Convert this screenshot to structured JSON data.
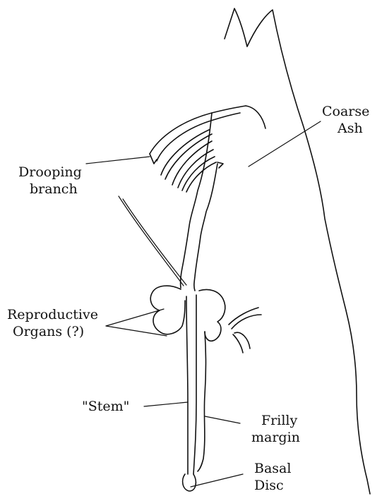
{
  "labels": {
    "coarse_ash": "Coarse Ash",
    "coarse_ash_line1": "Coarse",
    "coarse_ash_line2": "Ash",
    "drooping_branch_line1": "Drooping",
    "drooping_branch_line2": "branch",
    "reproductive_line1": "Reproductive",
    "reproductive_line2": "Organs (?)",
    "stem": "\"Stem\"",
    "frilly_line1": "Frilly",
    "frilly_line2": "margin",
    "basal_line1": "Basal",
    "basal_line2": "Disc"
  },
  "colors": {
    "ink": "#111111",
    "background": "#ffffff"
  }
}
